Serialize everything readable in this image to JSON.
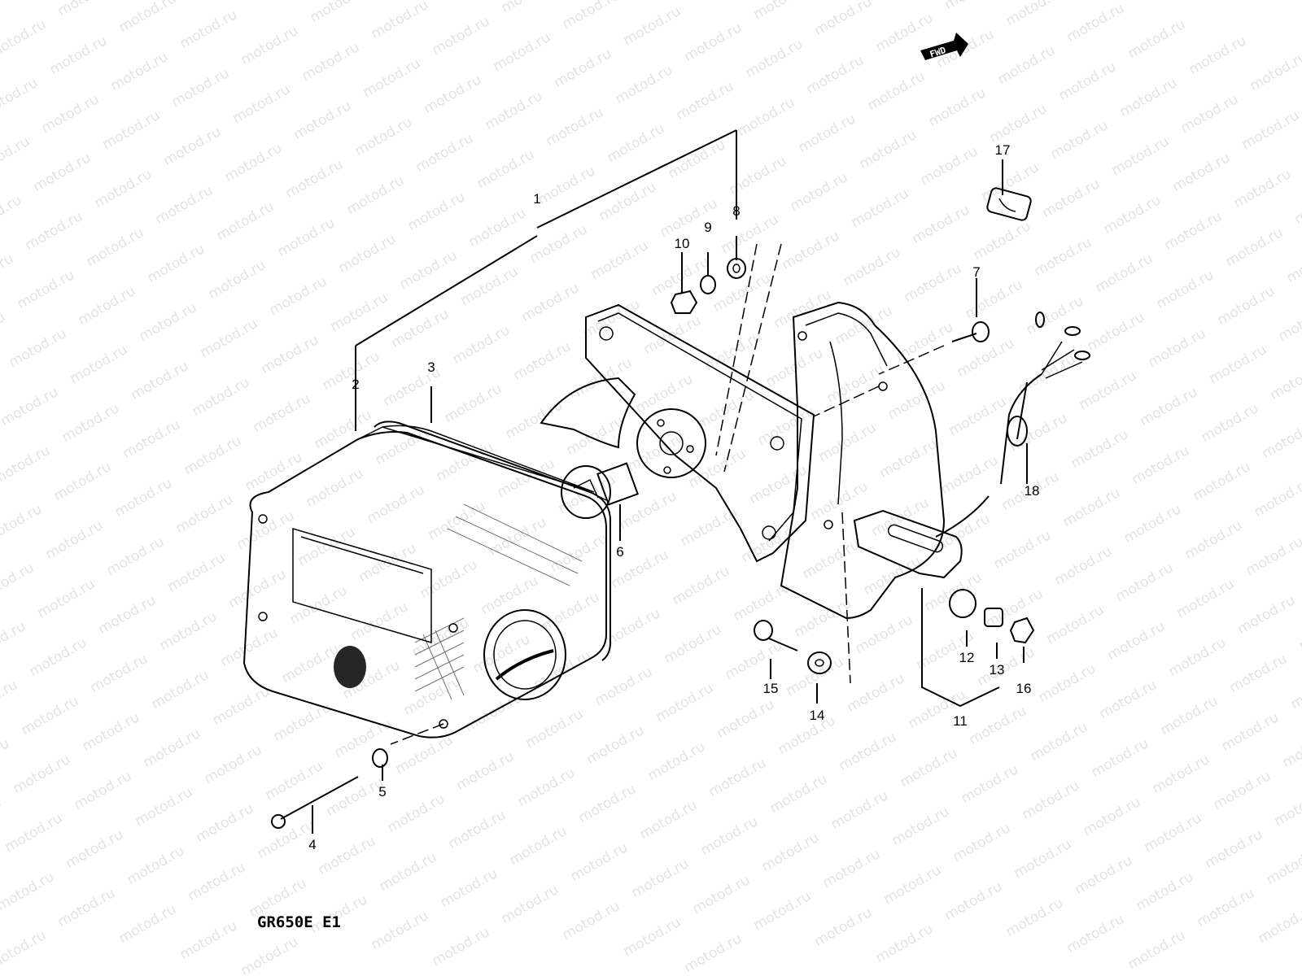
{
  "diagram": {
    "model_label": "GR650E E1",
    "direction_badge": "FWD",
    "watermark": "motod.ru",
    "callouts": [
      "1",
      "2",
      "3",
      "4",
      "5",
      "6",
      "7",
      "8",
      "9",
      "10",
      "11",
      "12",
      "13",
      "14",
      "15",
      "16",
      "17",
      "18"
    ]
  }
}
